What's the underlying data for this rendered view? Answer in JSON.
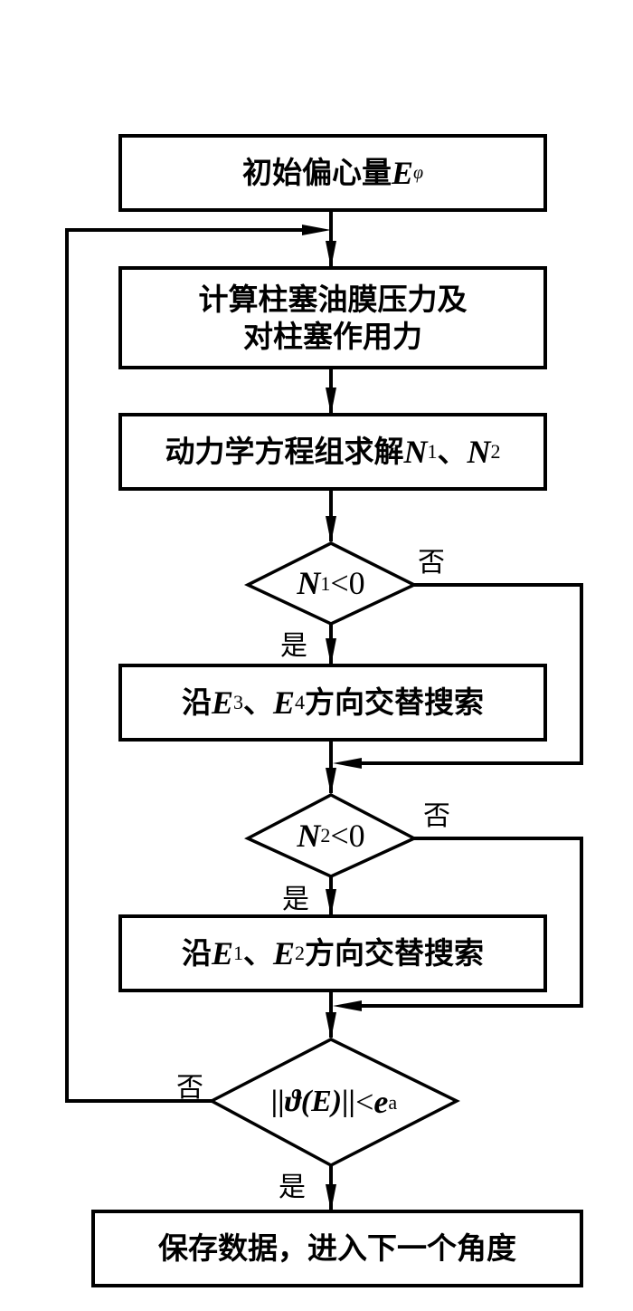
{
  "diagram": {
    "type": "flowchart",
    "nodes": {
      "start": {
        "text_cn": "初始偏心量",
        "symbol": "E",
        "sup": "φ"
      },
      "calc": {
        "line1": "计算柱塞油膜压力及",
        "line2": "对柱塞作用力"
      },
      "solve": {
        "text_cn": "动力学方程组求解",
        "var1": "N",
        "sub1": "1",
        "sep": "、",
        "var2": "N",
        "sub2": "2"
      },
      "decision1": {
        "var": "N",
        "sub": "1",
        "op": "<0"
      },
      "search34": {
        "prefix": "沿",
        "var1": "E",
        "sub1": "3",
        "sep": "、",
        "var2": "E",
        "sub2": "4",
        "suffix": "方向交替搜索"
      },
      "decision2": {
        "var": "N",
        "sub": "2",
        "op": "<0"
      },
      "search12": {
        "prefix": "沿",
        "var1": "E",
        "sub1": "1",
        "sep": "、",
        "var2": "E",
        "sub2": "2",
        "suffix": "方向交替搜索"
      },
      "decision3": {
        "lhs": "||ϑ(E)||",
        "op": "<",
        "var": "e",
        "sub": "a"
      },
      "end": {
        "text_cn": "保存数据，进入下一个角度"
      }
    },
    "branches": {
      "yes": "是",
      "no": "否"
    },
    "edges": [
      {
        "from": "start",
        "to": "calc"
      },
      {
        "from": "calc",
        "to": "solve"
      },
      {
        "from": "solve",
        "to": "decision1"
      },
      {
        "from": "decision1",
        "to": "search34",
        "label": "是"
      },
      {
        "from": "decision1",
        "to": "decision2",
        "label": "否"
      },
      {
        "from": "search34",
        "to": "decision2"
      },
      {
        "from": "decision2",
        "to": "search12",
        "label": "是"
      },
      {
        "from": "decision2",
        "to": "decision3",
        "label": "否"
      },
      {
        "from": "search12",
        "to": "decision3"
      },
      {
        "from": "decision3",
        "to": "end",
        "label": "是"
      },
      {
        "from": "decision3",
        "to": "calc",
        "label": "否"
      }
    ]
  }
}
